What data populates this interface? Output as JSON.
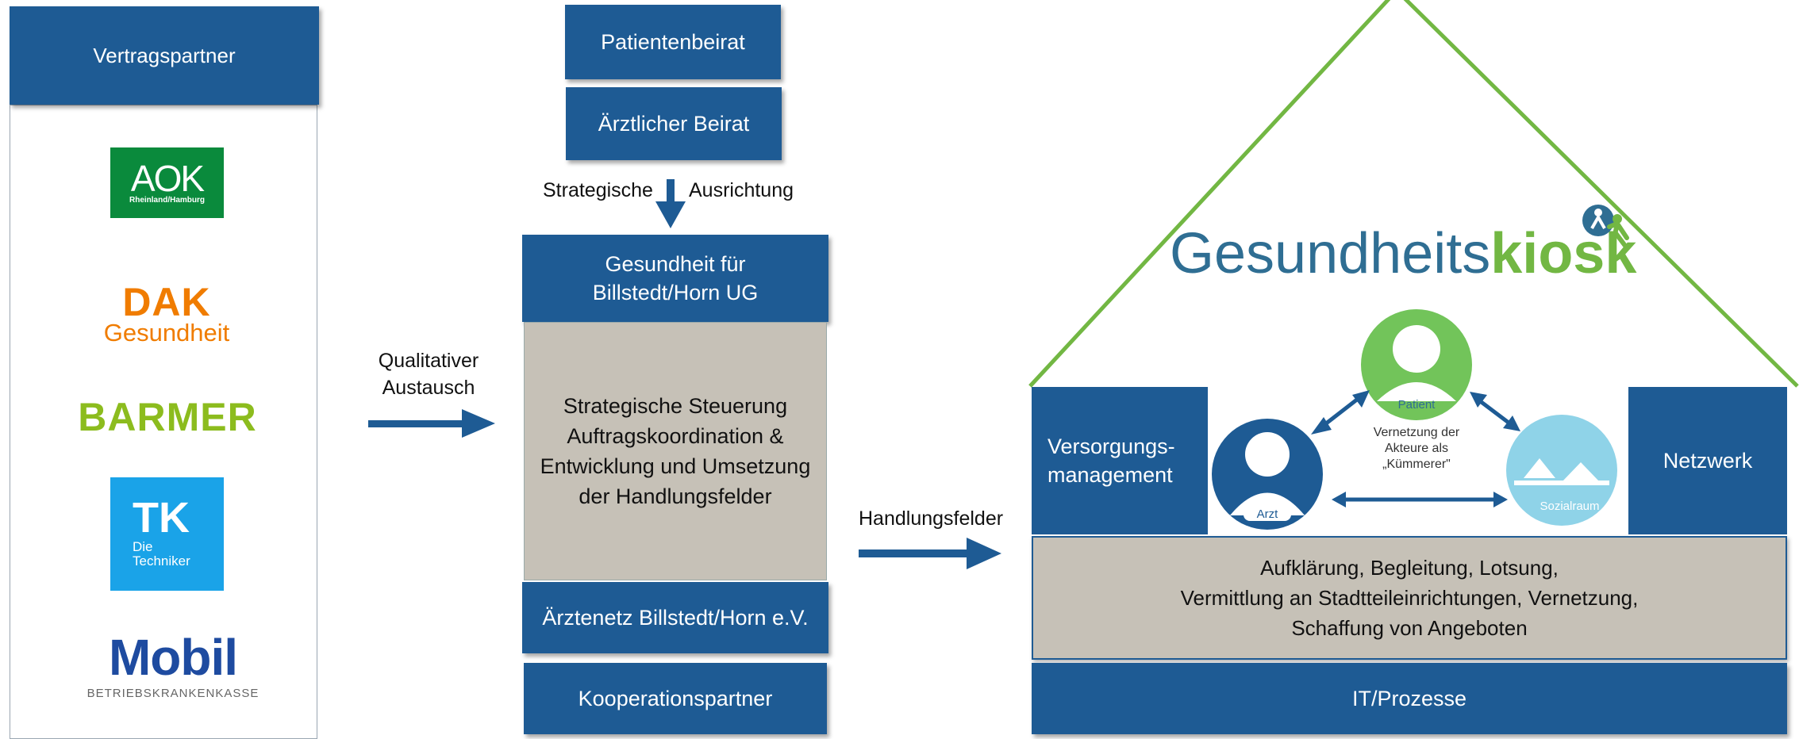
{
  "partners": {
    "title": "Vertragspartner",
    "logos": [
      {
        "name": "AOK",
        "sub": "Rheinland/Hamburg",
        "color": "#0a8a3c"
      },
      {
        "name": "DAK",
        "sub": "Gesundheit",
        "color": "#f07c00"
      },
      {
        "name": "BARMER",
        "color": "#8cbc1e"
      },
      {
        "name": "TK",
        "sub": "Die Techniker",
        "color": "#1aa3e8"
      },
      {
        "name": "Mobil",
        "sub": "BETRIEBSKRANKENKASSE",
        "color": "#1e4ba0"
      }
    ]
  },
  "middle": {
    "patientenbeirat": "Patientenbeirat",
    "aerztlicher_beirat": "Ärztlicher Beirat",
    "strategic_left": "Strategische",
    "strategic_right": "Ausrichtung",
    "company": "Gesundheit für\nBillstedt/Horn UG",
    "tasks": "Strategische Steuerung\nAuftragskoordination &\nEntwicklung und Umsetzung\nder Handlungsfelder",
    "aerztenetz": "Ärztenetz Billstedt/Horn e.V.",
    "kooperation": "Kooperationspartner"
  },
  "exchange_label": "Qualitativer\nAustausch",
  "fields_label": "Handlungsfelder",
  "house": {
    "brand_regular": "Gesundheits",
    "brand_bold": "kiosk",
    "left_pillar": "Versorgungs-\nmanagement",
    "right_pillar": "Netzwerk",
    "patient": "Patient",
    "arzt": "Arzt",
    "sozialraum": "Sozialraum",
    "center_text": "Vernetzung der\nAkteure als\n„Kümmerer\"",
    "services": "Aufklärung, Begleitung, Lotsung,\nVermittlung an Stadtteileinrichtungen, Vernetzung,\nSchaffung von Angeboten",
    "foundation": "IT/Prozesse"
  },
  "colors": {
    "blue": "#1e5b94",
    "grey": "#c6c1b7",
    "green": "#72b743",
    "teal": "#3a7a9a"
  }
}
